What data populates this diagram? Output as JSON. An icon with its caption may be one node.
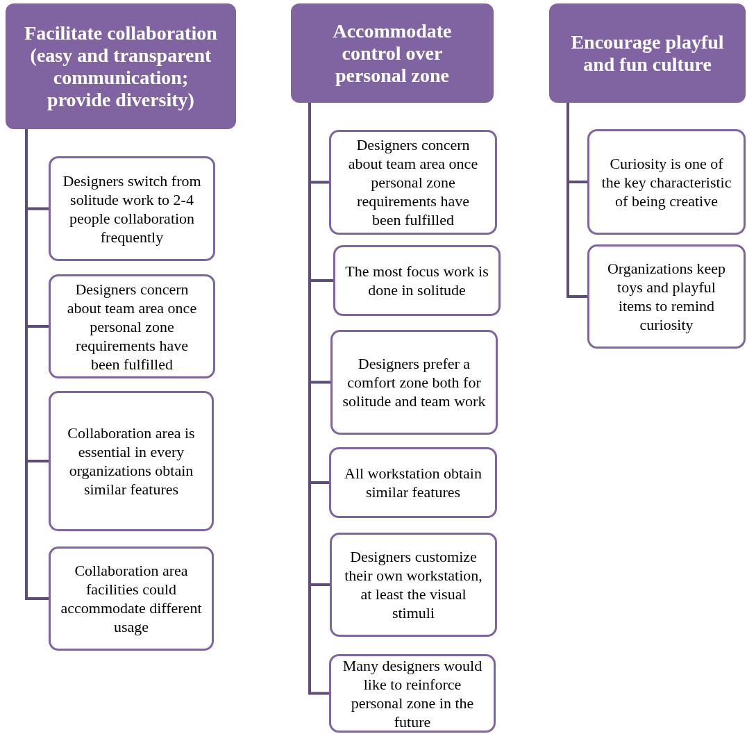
{
  "diagram": {
    "nodes": [
      {
        "text": [
          "Facilitate collaboration (easy and transparent communication; provide diversity)"
        ]
      },
      {
        "text": [
          "Designers switch from solitude work to 2-4 people collaboration frequently"
        ]
      },
      {
        "text": [
          "Designers concern about team area once personal zone requirements have been fulfilled"
        ]
      },
      {
        "text": [
          "Collaboration area is essential in every organizations obtain similar features"
        ]
      },
      {
        "text": [
          "Collaboration area facilities could accommodate different usage"
        ]
      },
      {
        "text": [
          "Accommodate control over personal zone"
        ]
      },
      {
        "text": [
          "Designers concern about team area once personal zone requirements have been fulfilled"
        ]
      },
      {
        "text": [
          "The most focus work is done in solitude"
        ]
      },
      {
        "text": [
          "Designers prefer a comfort zone both for solitude and team work"
        ]
      },
      {
        "text": [
          "All workstation obtain similar features"
        ]
      },
      {
        "text": [
          "Designers customize their own workstation, at least the visual stimuli"
        ]
      },
      {
        "text": [
          "Many designers would like to reinforce personal zone in the future"
        ]
      },
      {
        "text": [
          "Encourage playful and fun culture"
        ]
      },
      {
        "text": [
          "Curiosity is one of the key characteristic of being creative"
        ]
      },
      {
        "text": [
          "Organizations keep toys and playful items to remind curiosity"
        ]
      }
    ],
    "edges": [
      {
        "from": 0,
        "to": 1,
        "arrow": "none"
      },
      {
        "from": 0,
        "to": 2,
        "arrow": "none"
      },
      {
        "from": 0,
        "to": 3,
        "arrow": "none"
      },
      {
        "from": 0,
        "to": 4,
        "arrow": "none"
      },
      {
        "from": 5,
        "to": 6,
        "arrow": "none"
      },
      {
        "from": 5,
        "to": 7,
        "arrow": "none"
      },
      {
        "from": 5,
        "to": 8,
        "arrow": "none"
      },
      {
        "from": 5,
        "to": 9,
        "arrow": "none"
      },
      {
        "from": 5,
        "to": 10,
        "arrow": "none"
      },
      {
        "from": 5,
        "to": 11,
        "arrow": "none"
      },
      {
        "from": 12,
        "to": 13,
        "arrow": "none"
      },
      {
        "from": 12,
        "to": 14,
        "arrow": "none"
      }
    ]
  }
}
